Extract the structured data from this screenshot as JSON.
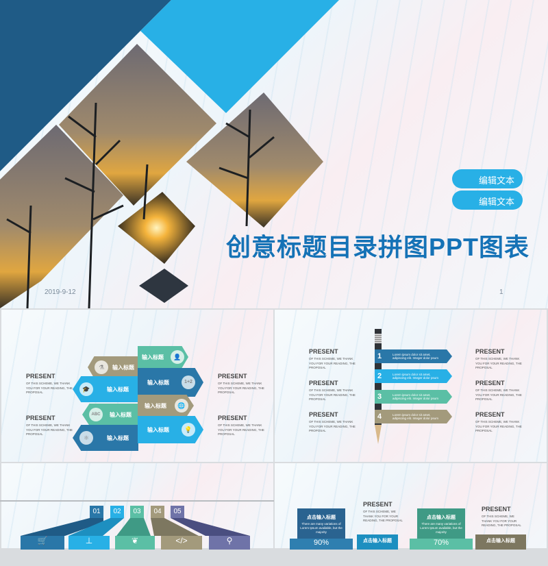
{
  "slide1": {
    "title": "创意标题目录拼图PPT图表",
    "buttons": [
      "编辑文本",
      "编辑文本"
    ],
    "date": "2019-9-12",
    "page_number": "1",
    "colors": {
      "dark_blue": "#1f5b86",
      "light_blue": "#28b0e6",
      "title": "#1572b6"
    }
  },
  "slide2": {
    "present": [
      {
        "title": "PRESENT",
        "text": "OF THIS SCHEME, WE THANK YOU FOR YOUR READING, THE PROPOSAL"
      },
      {
        "title": "PRESENT",
        "text": "OF THIS SCHEME, WE THANK YOU FOR YOUR READING, THE PROPOSAL"
      },
      {
        "title": "PRESENT",
        "text": "OF THIS SCHEME, WE THANK YOU FOR YOUR READING, THE PROPOSAL"
      },
      {
        "title": "PRESENT",
        "text": "OF THIS SCHEME, WE THANK YOU FOR YOUR READING, THE PROPOSAL"
      }
    ],
    "arrows_left": [
      {
        "label": "输入标题",
        "icon": "flask-icon",
        "color": "#a39a7c"
      },
      {
        "label": "输入标题",
        "icon": "graduation-cap-icon",
        "color": "#28b0e6"
      },
      {
        "label": "输入标题",
        "icon": "abc-icon",
        "color": "#5bbfa5"
      },
      {
        "label": "输入标题",
        "icon": "atom-icon",
        "color": "#2a77a8"
      }
    ],
    "arrows_right": [
      {
        "label": "输入标题",
        "icon": "person-icon",
        "color": "#5bbfa5"
      },
      {
        "label": "输入标题",
        "icon": "math-board-icon",
        "color": "#2a77a8"
      },
      {
        "label": "输入标题",
        "icon": "globe-icon",
        "color": "#a39a7c"
      },
      {
        "label": "输入标题",
        "icon": "lightbulb-icon",
        "color": "#28b0e6"
      }
    ],
    "icon_text": {
      "abc": "ABC",
      "math": "1+2"
    }
  },
  "slide3": {
    "present": [
      {
        "title": "PRESENT",
        "text": "OF THIS SCHEME, WE THANK YOU FOR YOUR READING, THE PROPOSAL"
      },
      {
        "title": "PRESENT",
        "text": "OF THIS SCHEME, WE THANK YOU FOR YOUR READING, THE PROPOSAL"
      },
      {
        "title": "PRESENT",
        "text": "OF THIS SCHEME, WE THANK YOU FOR YOUR READING, THE PROPOSAL"
      },
      {
        "title": "PRESENT",
        "text": "OF THIS SCHEME, WE THANK YOU FOR YOUR READING, THE PROPOSAL"
      },
      {
        "title": "PRESENT",
        "text": "OF THIS SCHEME, WE THANK YOU FOR YOUR READING, THE PROPOSAL"
      },
      {
        "title": "PRESENT",
        "text": "OF THIS SCHEME, WE THANK YOU FOR YOUR READING, THE PROPOSAL"
      }
    ],
    "steps": [
      {
        "num": "1",
        "text": "Lorem ipsum dolor sit amet, adipiscing elit. Integer dolor psum",
        "color": "#2a77a8"
      },
      {
        "num": "2",
        "text": "Lorem ipsum dolor sit amet, adipiscing elit. Integer dolor psum",
        "color": "#28b0e6"
      },
      {
        "num": "3",
        "text": "Lorem ipsum dolor sit amet, adipiscing elit. Integer dolor psum",
        "color": "#5bbfa5"
      },
      {
        "num": "4",
        "text": "Lorem ipsum dolor sit amet, adipiscing elit. Integer dolor psum",
        "color": "#a39a7c"
      }
    ]
  },
  "slide4": {
    "numbers": [
      {
        "label": "01",
        "color": "#2a77a8",
        "icon": "cart-icon"
      },
      {
        "label": "02",
        "color": "#28b0e6",
        "icon": "network-icon"
      },
      {
        "label": "03",
        "color": "#5bbfa5",
        "icon": "leaf-icon"
      },
      {
        "label": "04",
        "color": "#a39a7c",
        "icon": "code-icon"
      },
      {
        "label": "05",
        "color": "#6f73a8",
        "icon": "location-pin-icon"
      }
    ],
    "icon_glyphs": [
      "🛒",
      "⊥",
      "❦",
      "</>",
      "⚲"
    ]
  },
  "slide5": {
    "cards": [
      {
        "title": "点击输入标题",
        "text": "There are many variations of Lorem Ipsum available, but the majority",
        "value": "90%",
        "color": "#2a6390"
      },
      {
        "title": "点击输入标题",
        "text": "",
        "value": "",
        "color": "#1d8fc0"
      },
      {
        "title": "点击输入标题",
        "text": "There are many variations of Lorem Ipsum available, but the majority",
        "value": "70%",
        "color": "#3f9a85"
      },
      {
        "title": "点击输入标题",
        "text": "",
        "value": "",
        "color": "#7d7760"
      }
    ],
    "present": [
      {
        "title": "PRESENT",
        "text": "OF THIS SCHEME, WE THANK YOU FOR YOUR READING, THE PROPOSAL"
      },
      {
        "title": "PRESENT",
        "text": "OF THIS SCHEME, WE THANK YOU FOR YOUR READING, THE PROPOSAL"
      }
    ]
  }
}
